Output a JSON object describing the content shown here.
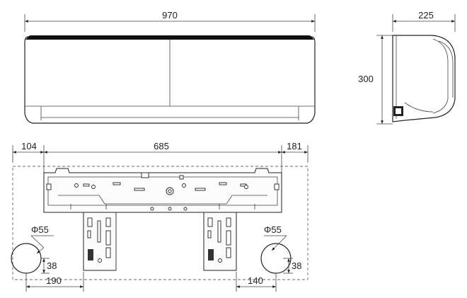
{
  "dimensions": {
    "width": "970",
    "depth": "225",
    "height": "300",
    "left_offset": "104",
    "plate_width": "685",
    "right_offset": "181",
    "left_hole_diameter": "Φ55",
    "right_hole_diameter": "Φ55",
    "left_hole_height": "38",
    "right_hole_height": "38",
    "left_hole_distance": "190",
    "right_hole_distance": "140"
  }
}
